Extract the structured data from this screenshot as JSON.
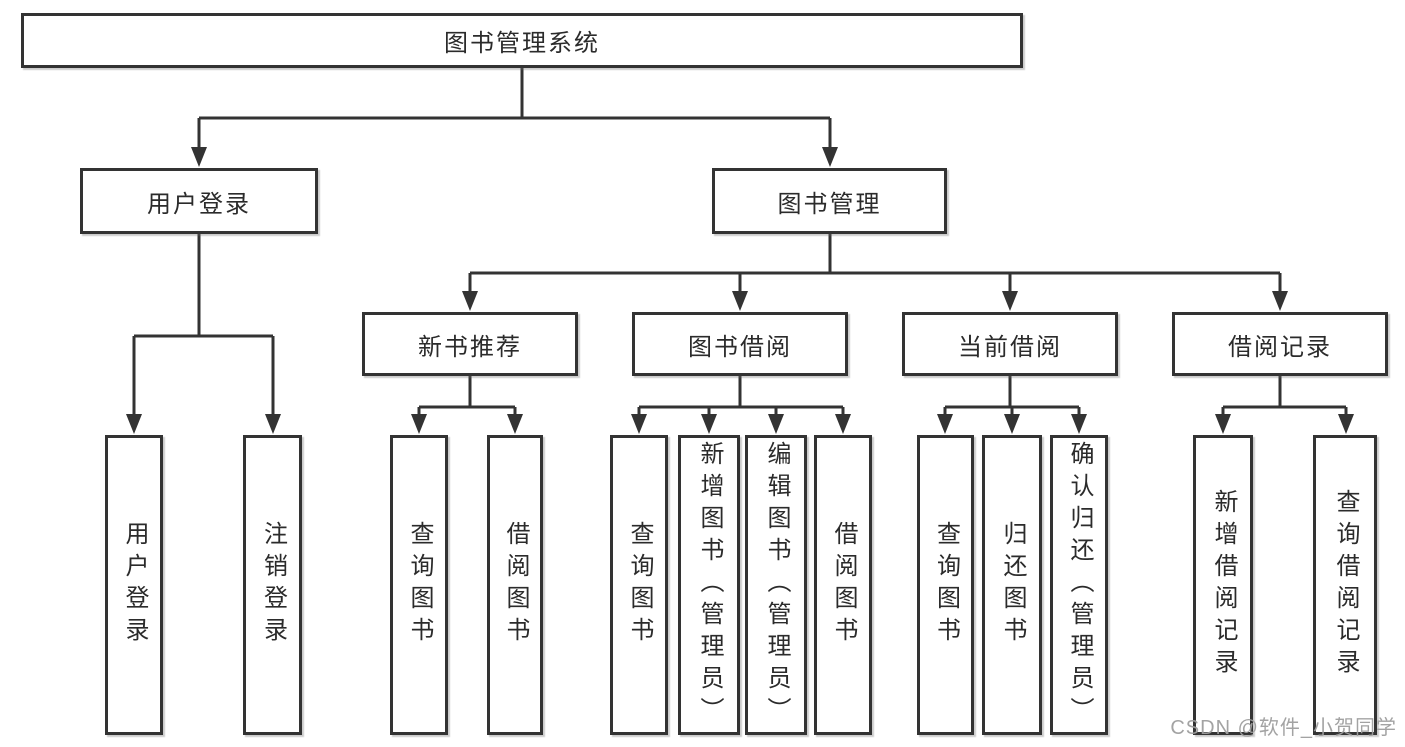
{
  "tree": {
    "label": "图书管理系统",
    "children": [
      {
        "label": "用户登录",
        "children": [
          {
            "label": "用户登录"
          },
          {
            "label": "注销登录"
          }
        ]
      },
      {
        "label": "图书管理",
        "children": [
          {
            "label": "新书推荐",
            "children": [
              {
                "label": "查询图书"
              },
              {
                "label": "借阅图书"
              }
            ]
          },
          {
            "label": "图书借阅",
            "children": [
              {
                "label": "查询图书"
              },
              {
                "label": "新增图书（管理员）"
              },
              {
                "label": "编辑图书（管理员）"
              },
              {
                "label": "借阅图书"
              }
            ]
          },
          {
            "label": "当前借阅",
            "children": [
              {
                "label": "查询图书"
              },
              {
                "label": "归还图书"
              },
              {
                "label": "确认归还（管理员）"
              }
            ]
          },
          {
            "label": "借阅记录",
            "children": [
              {
                "label": "新增借阅记录"
              },
              {
                "label": "查询借阅记录"
              }
            ]
          }
        ]
      }
    ]
  },
  "watermark": {
    "text": "CSDN @软件_小贺同学"
  },
  "colors": {
    "line": "#333333",
    "box_fill": "#ffffff",
    "page_background": "#ffffff",
    "watermark_text": "#9e9e9e"
  }
}
